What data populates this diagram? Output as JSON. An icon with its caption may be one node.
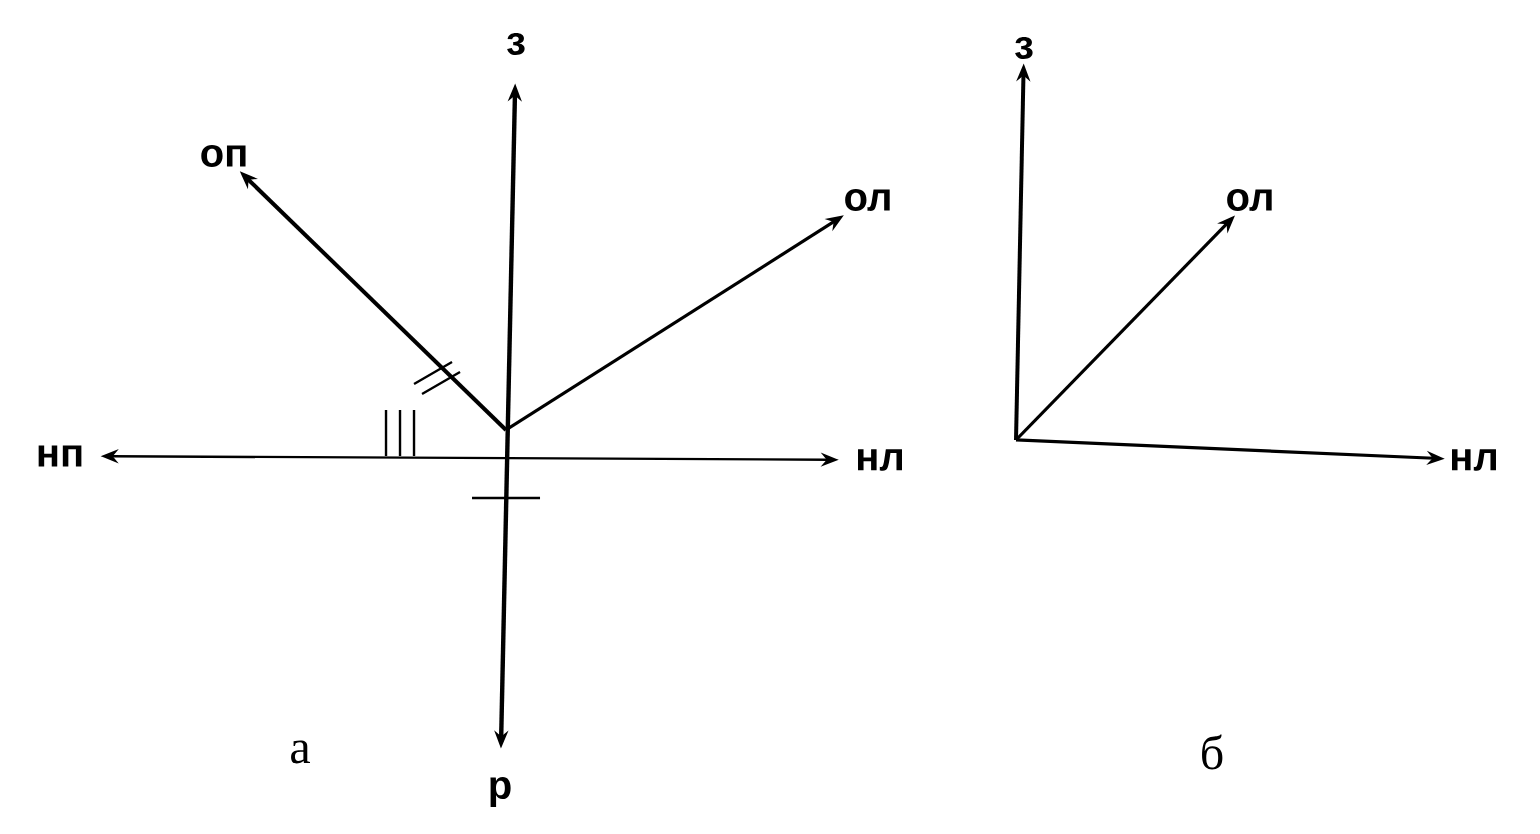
{
  "diagram": {
    "nodes": [
      {
        "text": [
          "з"
        ]
      },
      {
        "text": [
          "оп"
        ]
      },
      {
        "text": [
          "ол"
        ]
      },
      {
        "text": [
          "нп"
        ]
      },
      {
        "text": [
          "нл"
        ]
      },
      {
        "text": [
          "р"
        ]
      },
      {
        "text": [
          "з"
        ]
      },
      {
        "text": [
          "ол"
        ]
      },
      {
        "text": [
          "нл"
        ]
      }
    ],
    "edges": [
      {
        "from": 5,
        "to": 0,
        "arrow": "both"
      },
      {
        "from": 3,
        "to": 4,
        "arrow": "both"
      },
      {
        "from": null,
        "to": 1,
        "arrow": "to"
      },
      {
        "from": null,
        "to": 2,
        "arrow": "to"
      },
      {
        "from": null,
        "to": 6,
        "arrow": "to"
      },
      {
        "from": null,
        "to": 7,
        "arrow": "to"
      },
      {
        "from": null,
        "to": 8,
        "arrow": "to"
      }
    ],
    "labels": [
      "а",
      "б"
    ]
  }
}
